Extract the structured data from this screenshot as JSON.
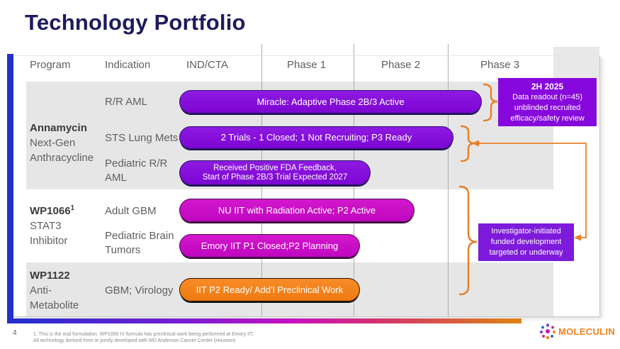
{
  "slide": {
    "title": "Technology Portfolio",
    "page_number": "4",
    "footnote_line1": "1. This is the oral formulation. WP1066 IV formula has preclinical work being performed at Emory IIT.",
    "footnote_line2": "All technology derived from or jointly developed with MD Anderson Cancer Center (Houston)",
    "logo_text": "MOLECULIN"
  },
  "table": {
    "headers": {
      "program": "Program",
      "indication": "Indication",
      "ind_cta": "IND/CTA",
      "phase1": "Phase 1",
      "phase2": "Phase 2",
      "phase3": "Phase 3"
    },
    "groups": [
      {
        "name": "Annamycin",
        "sup": "",
        "desc": "Next-Gen Anthracycline"
      },
      {
        "name": "WP1066",
        "sup": "1",
        "desc": "STAT3 Inhibitor"
      },
      {
        "name": "WP1122",
        "sup": "",
        "desc": "Anti-Metabolite"
      }
    ],
    "rows": [
      {
        "indication": "R/R AML",
        "pill": "Miracle: Adaptive Phase 2B/3 Active"
      },
      {
        "indication": "STS Lung Mets",
        "pill": "2 Trials - 1 Closed; 1 Not Recruiting; P3 Ready"
      },
      {
        "indication": "Pediatric R/R AML",
        "pill": "Received Positive FDA Feedback,",
        "pill_line2": "Start of Phase 2B/3 Trial Expected 2027"
      },
      {
        "indication": "Adult GBM",
        "pill": "NU IIT with Radiation Active; P2 Active"
      },
      {
        "indication": "Pediatric Brain Tumors",
        "pill": "Emory IIT P1 Closed;P2 Planning"
      },
      {
        "indication": "GBM; Virology",
        "pill": "IIT P2 Ready/ Add’l Preclinical Work"
      }
    ]
  },
  "callouts": {
    "readout": {
      "title": "2H 2025",
      "line2": "Data readout (n=45)",
      "line3": "unblinded recruited",
      "line4": "efficacy/safety review"
    },
    "iit": {
      "line1": "Investigator-initiated",
      "line2": "funded development",
      "line3": "targeted or underway"
    }
  },
  "colors": {
    "accent_blue": "#2233CB",
    "pill_purple": "#8206DB",
    "pill_magenta": "#C90FC6",
    "pill_orange": "#F5821F",
    "bracket_orange": "#E87F25",
    "band_gray": "#E7E6E6",
    "title_navy": "#1F1A5E",
    "logo_orange": "#F0821E"
  }
}
